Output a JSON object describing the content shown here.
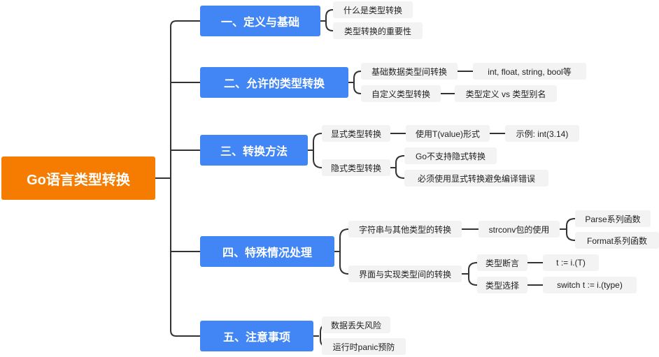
{
  "root": "Go语言类型转换",
  "topics": [
    {
      "label": "一、定义与基础",
      "children": [
        {
          "label": "什么是类型转换"
        },
        {
          "label": "类型转换的重要性"
        }
      ]
    },
    {
      "label": "二、允许的类型转换",
      "children": [
        {
          "label": "基础数据类型间转换",
          "children": [
            {
              "label": "int, float, string, bool等"
            }
          ]
        },
        {
          "label": "自定义类型转换",
          "children": [
            {
              "label": "类型定义 vs 类型别名"
            }
          ]
        }
      ]
    },
    {
      "label": "三、转换方法",
      "children": [
        {
          "label": "显式类型转换",
          "children": [
            {
              "label": "使用T(value)形式",
              "children": [
                {
                  "label": "示例: int(3.14)"
                }
              ]
            }
          ]
        },
        {
          "label": "隐式类型转换",
          "children": [
            {
              "label": "Go不支持隐式转换"
            },
            {
              "label": "必须使用显式转换避免编译错误"
            }
          ]
        }
      ]
    },
    {
      "label": "四、特殊情况处理",
      "children": [
        {
          "label": "字符串与其他类型的转换",
          "children": [
            {
              "label": "strconv包的使用",
              "children": [
                {
                  "label": "Parse系列函数"
                },
                {
                  "label": "Format系列函数"
                }
              ]
            }
          ]
        },
        {
          "label": "界面与实现类型间的转换",
          "children": [
            {
              "label": "类型断言",
              "children": [
                {
                  "label": "t := i.(T)"
                }
              ]
            },
            {
              "label": "类型选择",
              "children": [
                {
                  "label": "switch t := i.(type)"
                }
              ]
            }
          ]
        }
      ]
    },
    {
      "label": "五、注意事项",
      "children": [
        {
          "label": "数据丢失风险"
        },
        {
          "label": "运行时panic预防"
        }
      ]
    }
  ]
}
